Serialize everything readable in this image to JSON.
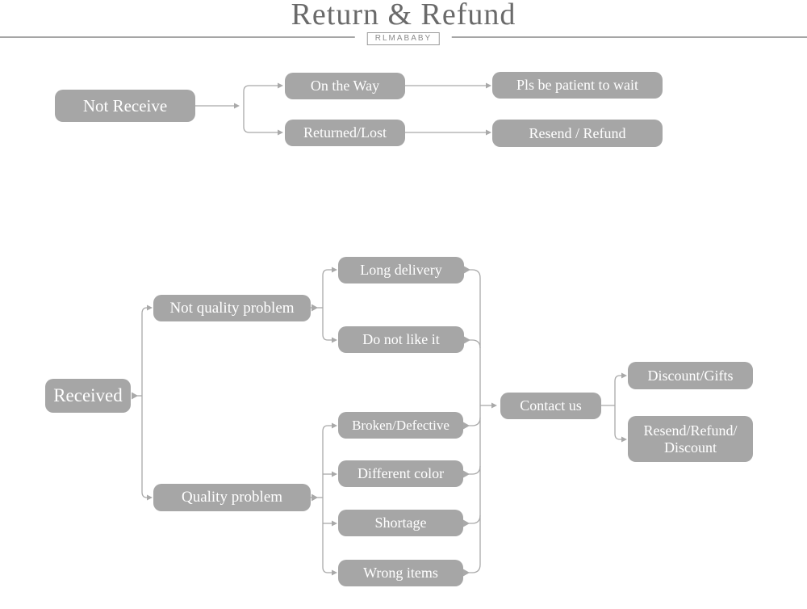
{
  "header": {
    "title": "Return & Refund",
    "brand": "RLMABABY"
  },
  "colors": {
    "node_fill": "#a6a6a6",
    "node_text": "#ffffff",
    "connector": "#a9a9a9",
    "title_text": "#6a6a6a",
    "rule": "#a5a5a5"
  },
  "flow1": {
    "root": "Not Receive",
    "on_the_way": "On the Way",
    "returned_lost": "Returned/Lost",
    "pls_wait": "Pls be patient to wait",
    "resend_refund": "Resend / Refund"
  },
  "flow2": {
    "root": "Received",
    "not_quality": "Not quality problem",
    "quality": "Quality problem",
    "long_delivery": "Long delivery",
    "do_not_like": "Do not like it",
    "broken": "Broken/Defective",
    "different_color": "Different color",
    "shortage": "Shortage",
    "wrong_items": "Wrong items",
    "contact": "Contact us",
    "discount_gifts": "Discount/Gifts",
    "resend_line1": "Resend/Refund/",
    "resend_line2": "Discount"
  },
  "edges": [
    [
      "Not Receive",
      "On the Way"
    ],
    [
      "Not Receive",
      "Returned/Lost"
    ],
    [
      "On the Way",
      "Pls be patient to wait"
    ],
    [
      "Returned/Lost",
      "Resend / Refund"
    ],
    [
      "Received",
      "Not quality problem"
    ],
    [
      "Received",
      "Quality problem"
    ],
    [
      "Not quality problem",
      "Long delivery"
    ],
    [
      "Not quality problem",
      "Do not like it"
    ],
    [
      "Quality problem",
      "Broken/Defective"
    ],
    [
      "Quality problem",
      "Different color"
    ],
    [
      "Quality problem",
      "Shortage"
    ],
    [
      "Quality problem",
      "Wrong items"
    ],
    [
      "Long delivery",
      "Contact us"
    ],
    [
      "Do not like it",
      "Contact us"
    ],
    [
      "Broken/Defective",
      "Contact us"
    ],
    [
      "Different color",
      "Contact us"
    ],
    [
      "Shortage",
      "Contact us"
    ],
    [
      "Wrong items",
      "Contact us"
    ],
    [
      "Contact us",
      "Discount/Gifts"
    ],
    [
      "Contact us",
      "Resend/Refund/Discount"
    ]
  ]
}
